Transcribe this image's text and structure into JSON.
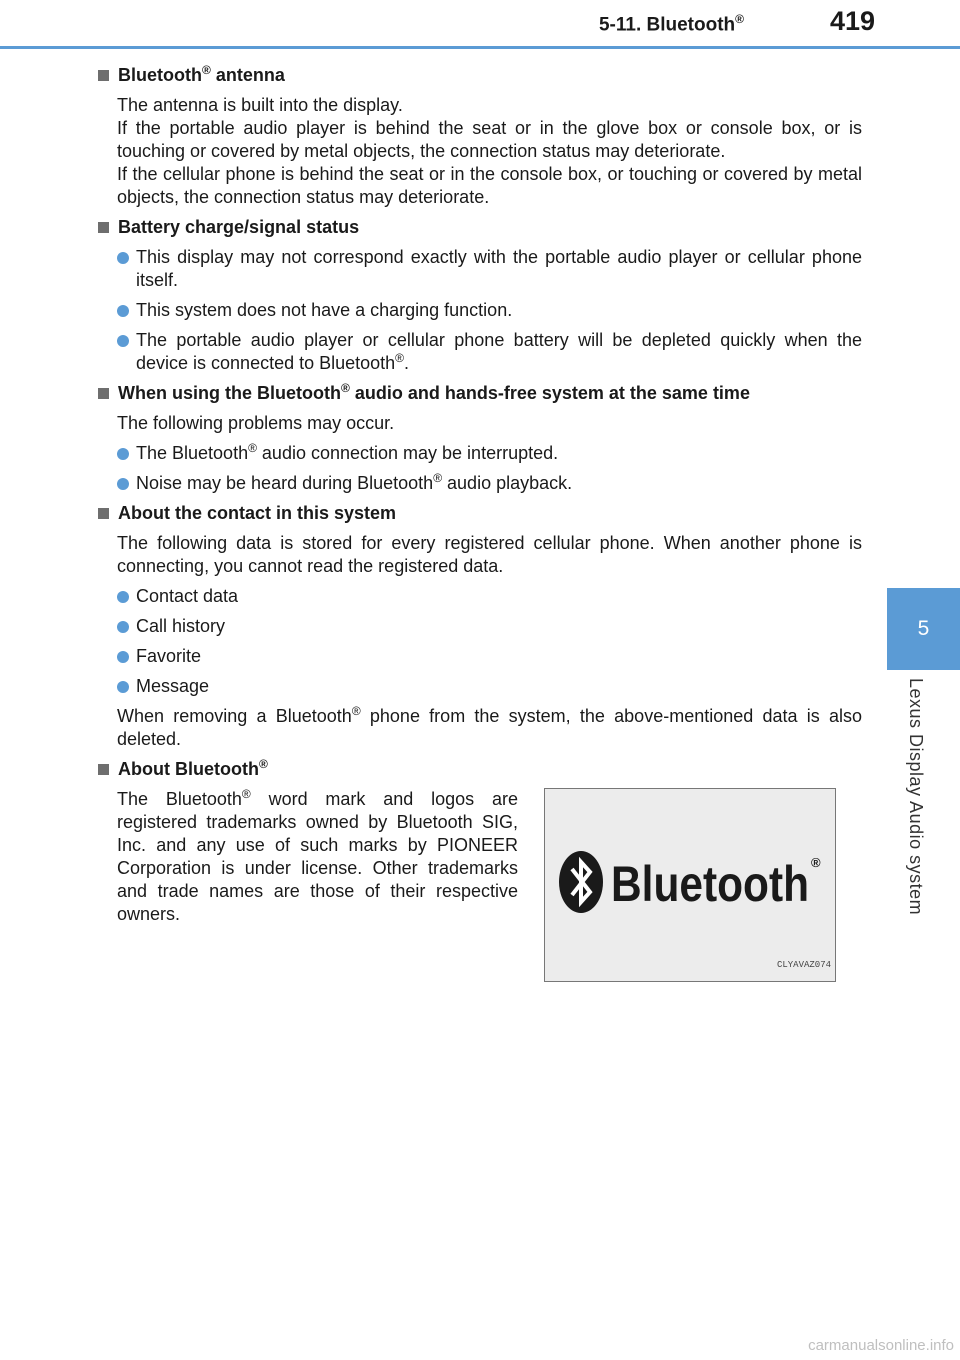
{
  "header": {
    "section": "5-11. Bluetooth",
    "section_reg": "®",
    "page_number": "419"
  },
  "chapter_tab": {
    "number": "5",
    "label": "Lexus Display Audio system"
  },
  "sections": {
    "antenna": {
      "title": "Bluetooth",
      "title_reg": "®",
      "title_rest": " antenna",
      "para1": "The antenna is built into the display.",
      "para2": "If the portable audio player is behind the seat or in the glove box or console box, or is touching or covered by metal objects, the connection status may deteriorate.",
      "para3": "If the cellular phone is behind the seat or in the console box, or touching or covered by metal objects, the connection status may deteriorate."
    },
    "battery": {
      "title": "Battery charge/signal status",
      "b1": "This display may not correspond exactly with the portable audio player or cellular phone itself.",
      "b2": "This system does not have a charging function.",
      "b3_a": "The portable audio player or cellular phone battery will be depleted quickly when the device is connected to Bluetooth",
      "b3_reg": "®",
      "b3_b": "."
    },
    "same_time": {
      "title_a": "When using the Bluetooth",
      "title_reg": "®",
      "title_b": " audio and hands-free system at the same time",
      "intro": "The following problems may occur.",
      "b1_a": "The Bluetooth",
      "b1_reg": "®",
      "b1_b": " audio connection may be interrupted.",
      "b2_a": "Noise may be heard during Bluetooth",
      "b2_reg": "®",
      "b2_b": " audio playback."
    },
    "contact": {
      "title": "About the contact in this system",
      "intro": "The following data is stored for every registered cellular phone. When another phone is connecting, you cannot read the registered data.",
      "items": [
        "Contact data",
        "Call history",
        "Favorite",
        "Message"
      ],
      "outro_a": "When removing a Bluetooth",
      "outro_reg": "®",
      "outro_b": " phone from the system, the above-mentioned data is also deleted."
    },
    "about": {
      "title": "About Bluetooth",
      "title_reg": "®",
      "text_a": "The Bluetooth",
      "text_reg": "®",
      "text_b": " word mark and logos are registered trademarks owned by Bluetooth SIG, Inc. and any use of such marks by PIONEER Corporation is under license. Other trademarks and trade names are those of their respective owners.",
      "logo_word": "Bluetooth",
      "logo_reg": "®",
      "image_code": "CLYAVAZ074"
    }
  },
  "watermark": "carmanualsonline.info",
  "colors": {
    "accent": "#5b9bd5",
    "square": "#6e6e6e"
  }
}
